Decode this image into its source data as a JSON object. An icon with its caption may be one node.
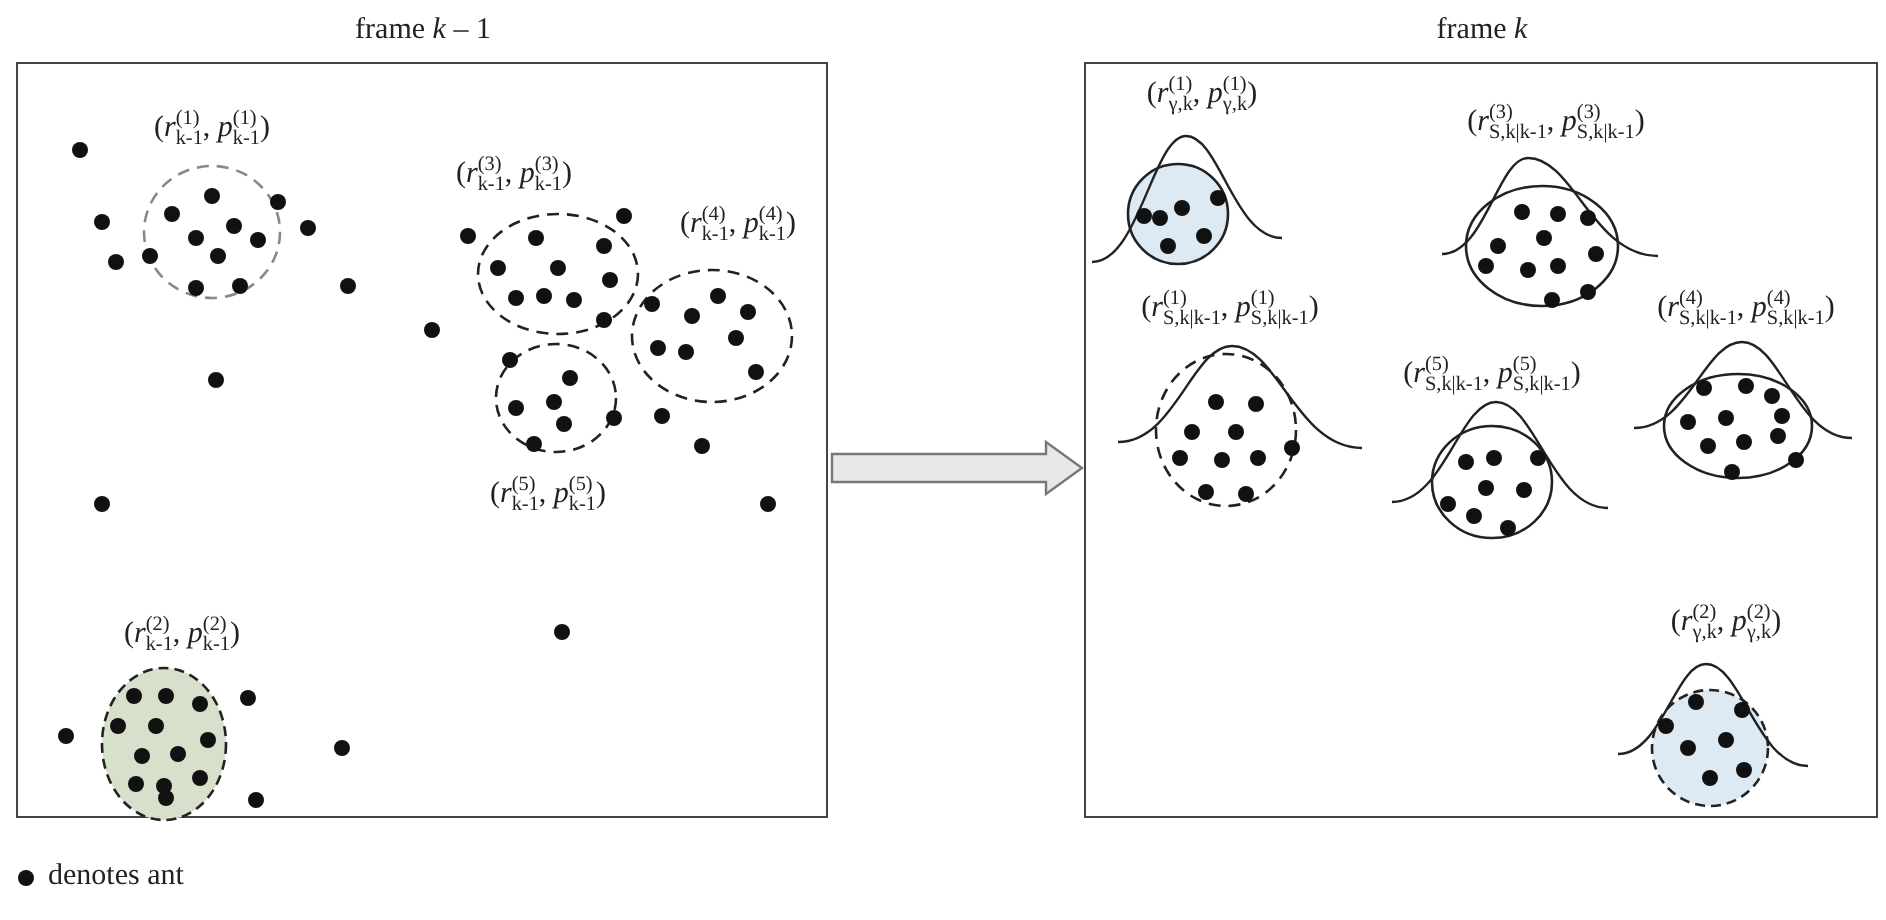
{
  "diagram": {
    "nodes": [
      {
        "text": [
          "frame *k* – 1"
        ]
      },
      {
        "text": [
          "(*r*$_{k-1}$$^{(1)}$, *p*$_{k-1}$$^{(1)}$)"
        ],
        "in": 0
      },
      {
        "text": [
          "(*r*$_{k-1}$$^{(3)}$, *p*$_{k-1}$$^{(3)}$)"
        ],
        "in": 0
      },
      {
        "text": [
          "(*r*$_{k-1}$$^{(4)}$, *p*$_{k-1}$$^{(4)}$)"
        ],
        "in": 0
      },
      {
        "text": [
          "(*r*$_{k-1}$$^{(5)}$, *p*$_{k-1}$$^{(5)}$)"
        ],
        "in": 0
      },
      {
        "text": [
          "(*r*$_{k-1}$$^{(2)}$, *p*$_{k-1}$$^{(2)}$)"
        ],
        "in": 0
      },
      {
        "text": [
          "frame *k*"
        ]
      },
      {
        "text": [
          "(*r*$_{γ,k}$$^{(1)}$, *p*$_{γ,k}$$^{(1)}$)"
        ],
        "in": 6
      },
      {
        "text": [
          "(*r*$_{S,k|k-1}$$^{(3)}$, *p*$_{S,k|k-1}$$^{(3)}$)"
        ],
        "in": 6
      },
      {
        "text": [
          "(*r*$_{S,k|k-1}$$^{(1)}$, *p*$_{S,k|k-1}$$^{(1)}$)"
        ],
        "in": 6
      },
      {
        "text": [
          "(*r*$_{S,k|k-1}$$^{(5)}$, *p*$_{S,k|k-1}$$^{(5)}$)"
        ],
        "in": 6
      },
      {
        "text": [
          "(*r*$_{S,k|k-1}$$^{(4)}$, *p*$_{S,k|k-1}$$^{(4)}$)"
        ],
        "in": 6
      },
      {
        "text": [
          "(*r*$_{γ,k}$$^{(2)}$, *p*$_{γ,k}$$^{(2)}$)"
        ],
        "in": 6
      }
    ],
    "edges": [
      {
        "from": 0,
        "to": 6,
        "arrow": "to"
      }
    ],
    "legend": [
      {
        "text": "denotes ant"
      }
    ]
  }
}
